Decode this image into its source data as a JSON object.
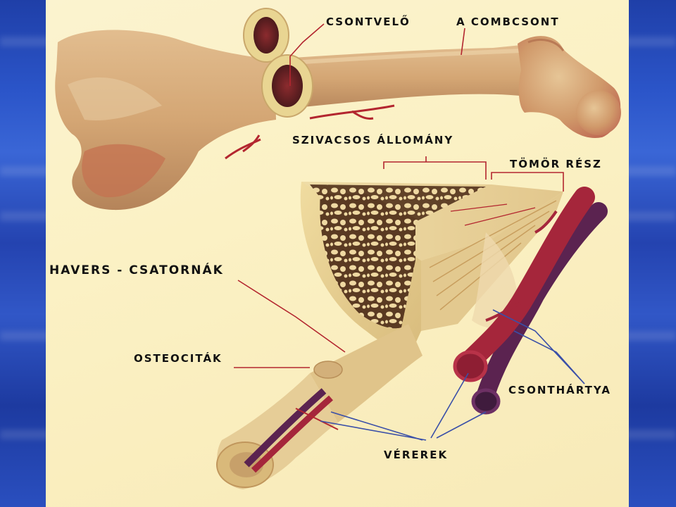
{
  "labels": {
    "marrow": "CSONTVELŐ",
    "femur": "A COMBCSONT",
    "spongy": "SZIVACSOS ÁLLOMÁNY",
    "compact": "TÖMÖR RÉSZ",
    "havers": "HAVERS - CSATORNÁK",
    "osteocytes": "OSTEOCITÁK",
    "periosteum": "CSONTHÁRTYA",
    "vessels": "VÉREREK"
  },
  "colors": {
    "panel": "#fbf1c4",
    "bone": "#d7ae7e",
    "bone_shadow": "#b98657",
    "marrow": "#7a1e26",
    "artery": "#a5263b",
    "vein": "#5b2350",
    "leader": "#b3262f",
    "leader_blue": "#3a4fa8"
  }
}
